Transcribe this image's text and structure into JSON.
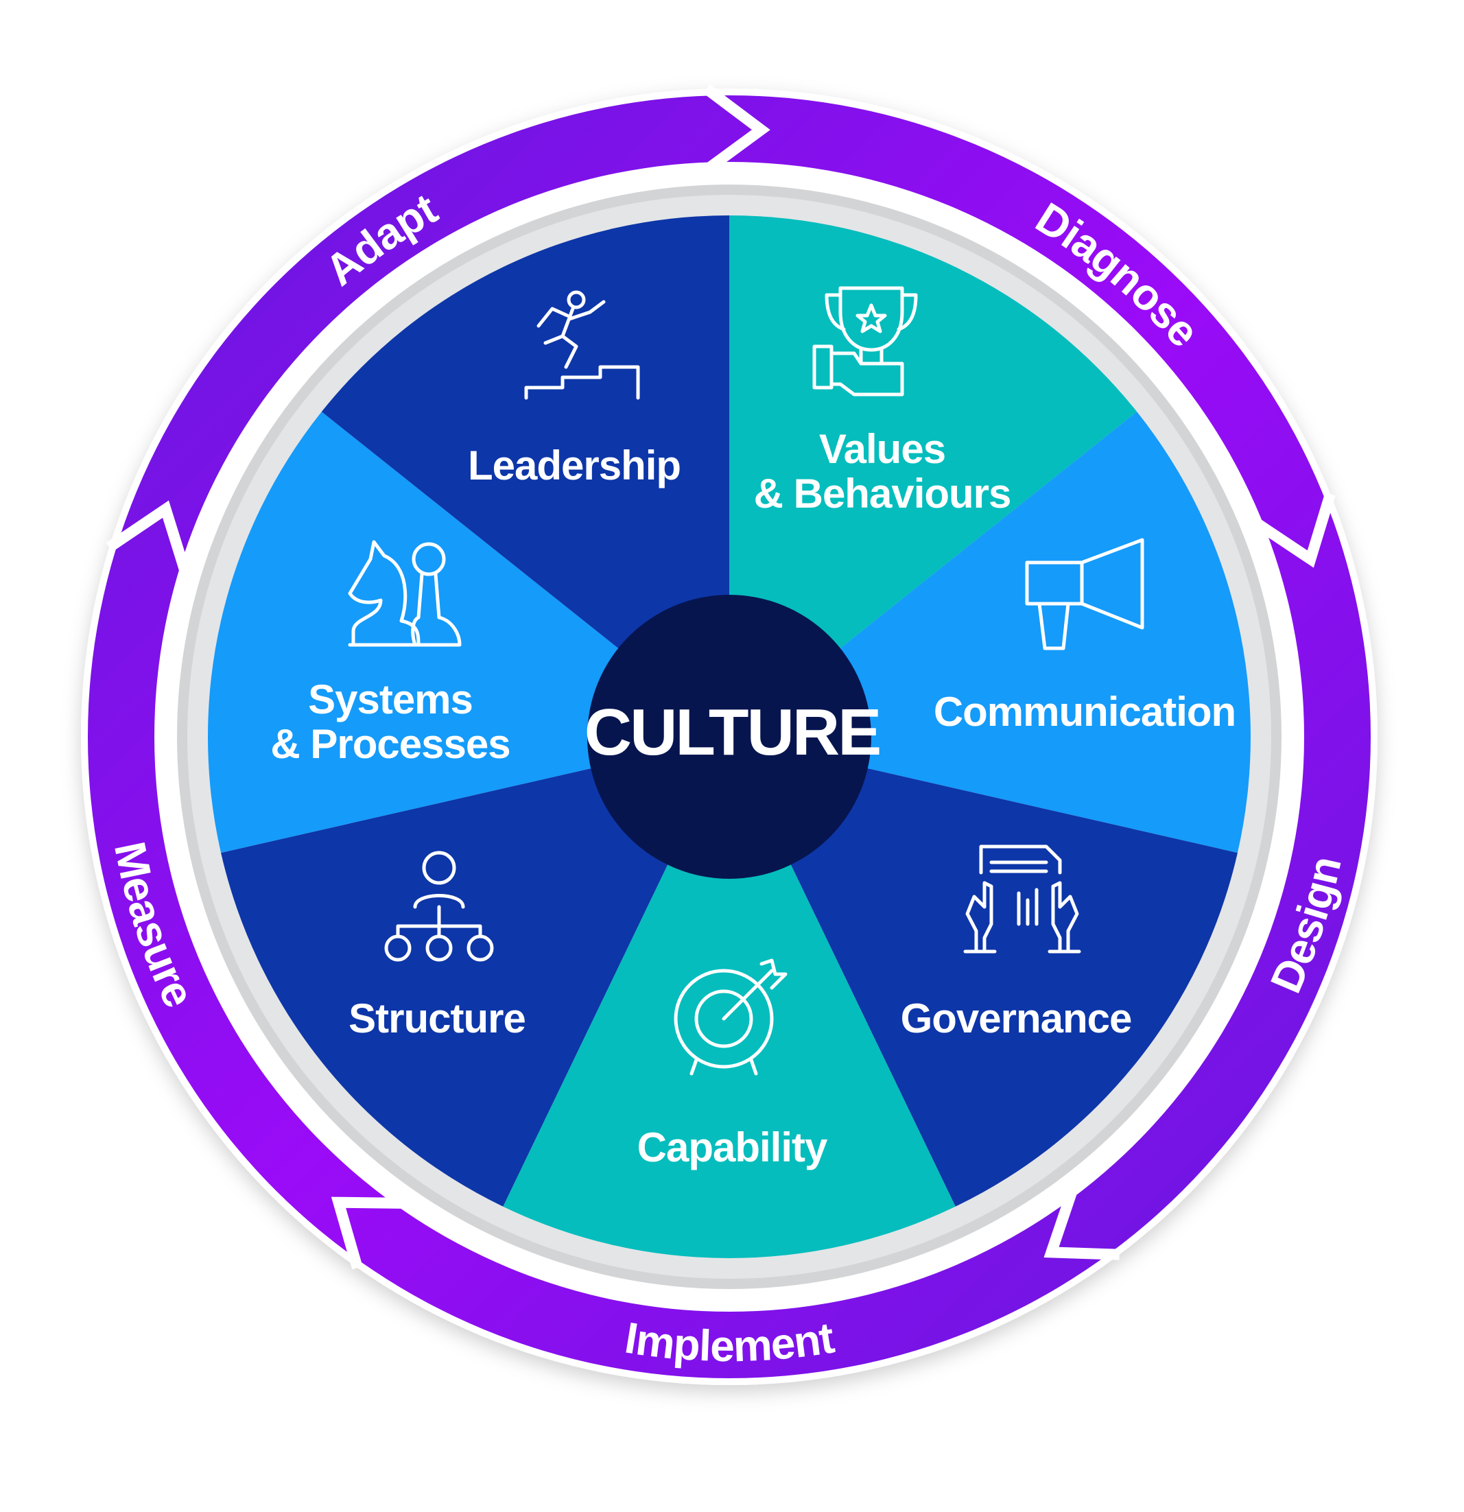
{
  "center": {
    "label": "CULTURE"
  },
  "segments": [
    {
      "label": "Values",
      "label2": "& Behaviours",
      "icon": "trophy-hand-icon",
      "color": "#05bdbd"
    },
    {
      "label": "Communication",
      "icon": "megaphone-icon",
      "color": "#159bfa"
    },
    {
      "label": "Governance",
      "icon": "document-hands-icon",
      "color": "#0d36a8"
    },
    {
      "label": "Capability",
      "icon": "target-arrow-icon",
      "color": "#05bdbd"
    },
    {
      "label": "Structure",
      "icon": "org-chart-icon",
      "color": "#0d36a8"
    },
    {
      "label": "Systems",
      "label2": "& Processes",
      "icon": "chess-pieces-icon",
      "color": "#159bfa"
    },
    {
      "label": "Leadership",
      "icon": "stairs-runner-icon",
      "color": "#0d36a8"
    }
  ],
  "cycle": [
    {
      "label": "Diagnose"
    },
    {
      "label": "Design"
    },
    {
      "label": "Implement"
    },
    {
      "label": "Measure"
    },
    {
      "label": "Adapt"
    }
  ],
  "colors": {
    "purple_light": "#9a0bf7",
    "purple_dark": "#6418dc",
    "center": "#07154f",
    "ring": "#d3d4d6"
  }
}
